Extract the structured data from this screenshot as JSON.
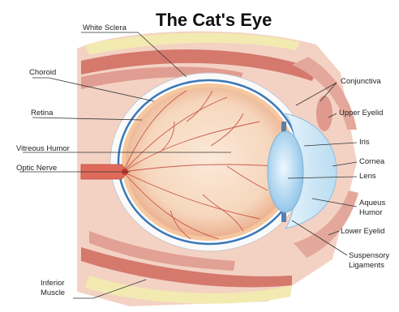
{
  "title": "The Cat's Eye",
  "labels": {
    "white_sclera": "White Sclera",
    "choroid": "Choroid",
    "retina": "Retina",
    "vitreous_humor": "Vitreous Humor",
    "optic_nerve": "Optic Nerve",
    "inferior_muscle_1": "Inferior",
    "inferior_muscle_2": "Muscle",
    "conjunctiva": "Conjunctiva",
    "upper_eyelid": "Upper Eyelid",
    "iris": "Iris",
    "cornea": "Cornea",
    "lens": "Lens",
    "aqueous_humor_1": "Aqueus",
    "aqueous_humor_2": "Humor",
    "lower_eyelid": "Lower Eyelid",
    "suspensory_ligaments_1": "Suspensory",
    "suspensory_ligaments_2": "Ligaments"
  },
  "colors": {
    "tissue": "#f3d2c4",
    "fat": "#f2eab0",
    "muscle": "#cf6a5e",
    "sclera": "#fafafa",
    "choroid": "#3a78b8",
    "retina": "#f4c79e",
    "vitreous": "#f5dcc6",
    "vessel": "#c0392b",
    "cornea": "#d6ecf8",
    "lens": "#a9d4ee",
    "iris": "#5a7fa6"
  }
}
